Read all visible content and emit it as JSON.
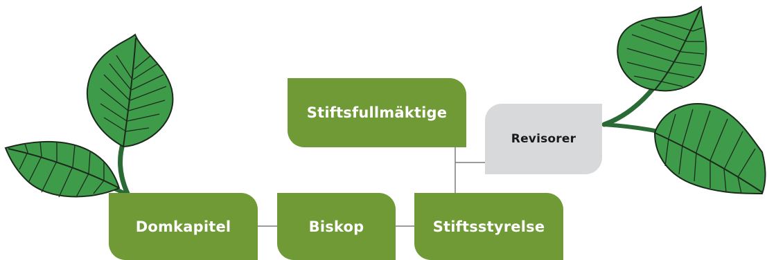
{
  "nodes": {
    "stiftsfullmaktige": "Stiftsfullmäktige",
    "revisorer": "Revisorer",
    "domkapitel": "Domkapitel",
    "biskop": "Biskop",
    "stiftsstyrelse": "Stiftsstyrelse"
  },
  "colors": {
    "box_green": "#6f9a35",
    "box_grey": "#d8d9db",
    "leaf_green": "#3e9b4a",
    "leaf_vein": "#1c2a1c",
    "connector": "#7a7a7a"
  }
}
